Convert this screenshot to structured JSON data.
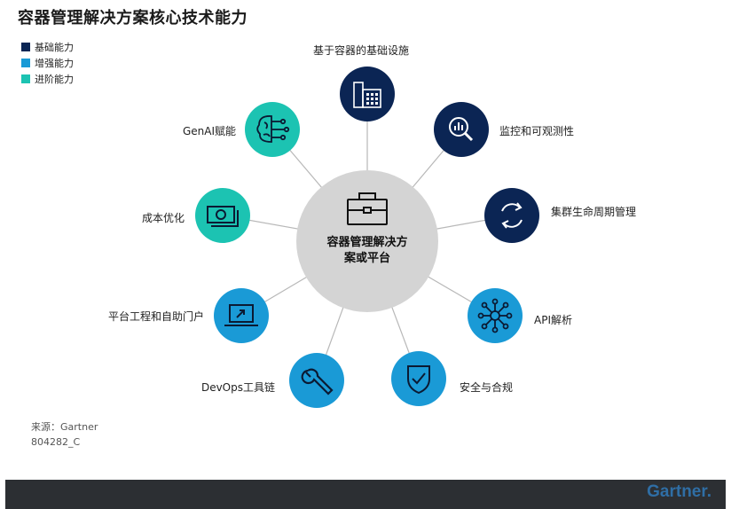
{
  "title": "容器管理解决方案核心技术能力",
  "legend": [
    {
      "label": "基础能力",
      "color": "#0b2554"
    },
    {
      "label": "增强能力",
      "color": "#1a9ad6"
    },
    {
      "label": "进阶能力",
      "color": "#1cc3b2"
    }
  ],
  "center": {
    "line1": "容器管理解决方",
    "line2": "案或平台",
    "icon": "briefcase-icon"
  },
  "nodes": {
    "infra": {
      "label": "基于容器的基础设施",
      "tier": "基础能力",
      "icon": "buildings-icon"
    },
    "monitor": {
      "label": "监控和可观测性",
      "tier": "基础能力",
      "icon": "magnifier-chart-icon"
    },
    "lifecycle": {
      "label": "集群生命周期管理",
      "tier": "基础能力",
      "icon": "refresh-cycle-icon"
    },
    "api": {
      "label": "API解析",
      "tier": "增强能力",
      "icon": "network-hub-icon"
    },
    "security": {
      "label": "安全与合规",
      "tier": "增强能力",
      "icon": "shield-check-icon"
    },
    "devops": {
      "label": "DevOps工具链",
      "tier": "增强能力",
      "icon": "wrench-icon"
    },
    "portal": {
      "label": "平台工程和自助门户",
      "tier": "增强能力",
      "icon": "laptop-icon"
    },
    "cost": {
      "label": "成本优化",
      "tier": "进阶能力",
      "icon": "money-icon"
    },
    "genai": {
      "label": "GenAI赋能",
      "tier": "进阶能力",
      "icon": "ai-brain-icon"
    }
  },
  "source": "来源：Gartner",
  "code": "804282_C",
  "brand": "Gartner."
}
